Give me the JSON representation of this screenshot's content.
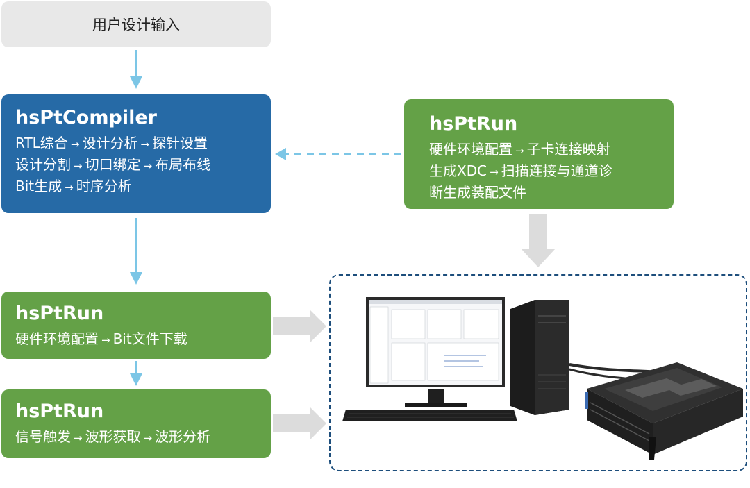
{
  "user_input": {
    "label": "用户设计输入"
  },
  "compiler": {
    "title": "hsPtCompiler",
    "rows": [
      [
        "RTL综合",
        "设计分析",
        "探针设置"
      ],
      [
        "设计分割",
        "切口绑定",
        "布局布线"
      ],
      [
        "Bit生成",
        "时序分析"
      ]
    ]
  },
  "run_main": {
    "title": "hsPtRun",
    "line1_a": "硬件环境配置",
    "line1_b": "子卡连接映射",
    "line2_a": "生成XDC",
    "line2_b": "扫描连接与通道诊",
    "line3": "断生成装配文件"
  },
  "run_bit": {
    "title": "hsPtRun",
    "steps": [
      "硬件环境配置",
      "Bit文件下载"
    ]
  },
  "run_wave": {
    "title": "hsPtRun",
    "steps": [
      "信号触发",
      "波形获取",
      "波形分析"
    ]
  },
  "arrow_glyph": "→",
  "colors": {
    "user_box": "#e8e8e8",
    "compiler_box": "#266aa6",
    "run_box": "#64a147",
    "flow_arrow": "#7cc6e6",
    "hw_arrow": "#dcdcdc",
    "dashed_frame": "#1d4e7c"
  }
}
